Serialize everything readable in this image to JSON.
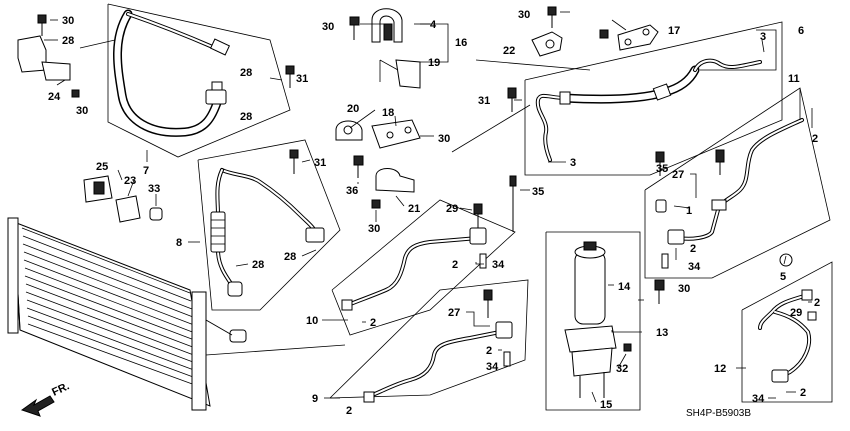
{
  "diagram_code": "SH4P-B5903B",
  "direction_marker": "FR.",
  "callouts": [
    "30",
    "28",
    "24",
    "30",
    "7",
    "31",
    "28",
    "28",
    "30",
    "4",
    "16",
    "19",
    "22",
    "30",
    "17",
    "6",
    "3",
    "20",
    "18",
    "30",
    "31",
    "3",
    "11",
    "2",
    "31",
    "36",
    "21",
    "35",
    "27",
    "1",
    "30",
    "25",
    "23",
    "33",
    "8",
    "28",
    "28",
    "29",
    "35",
    "2",
    "34",
    "2",
    "34",
    "10",
    "27",
    "2",
    "14",
    "30",
    "9",
    "2",
    "34",
    "2",
    "13",
    "32",
    "15",
    "5",
    "2",
    "29",
    "12",
    "2",
    "34"
  ]
}
